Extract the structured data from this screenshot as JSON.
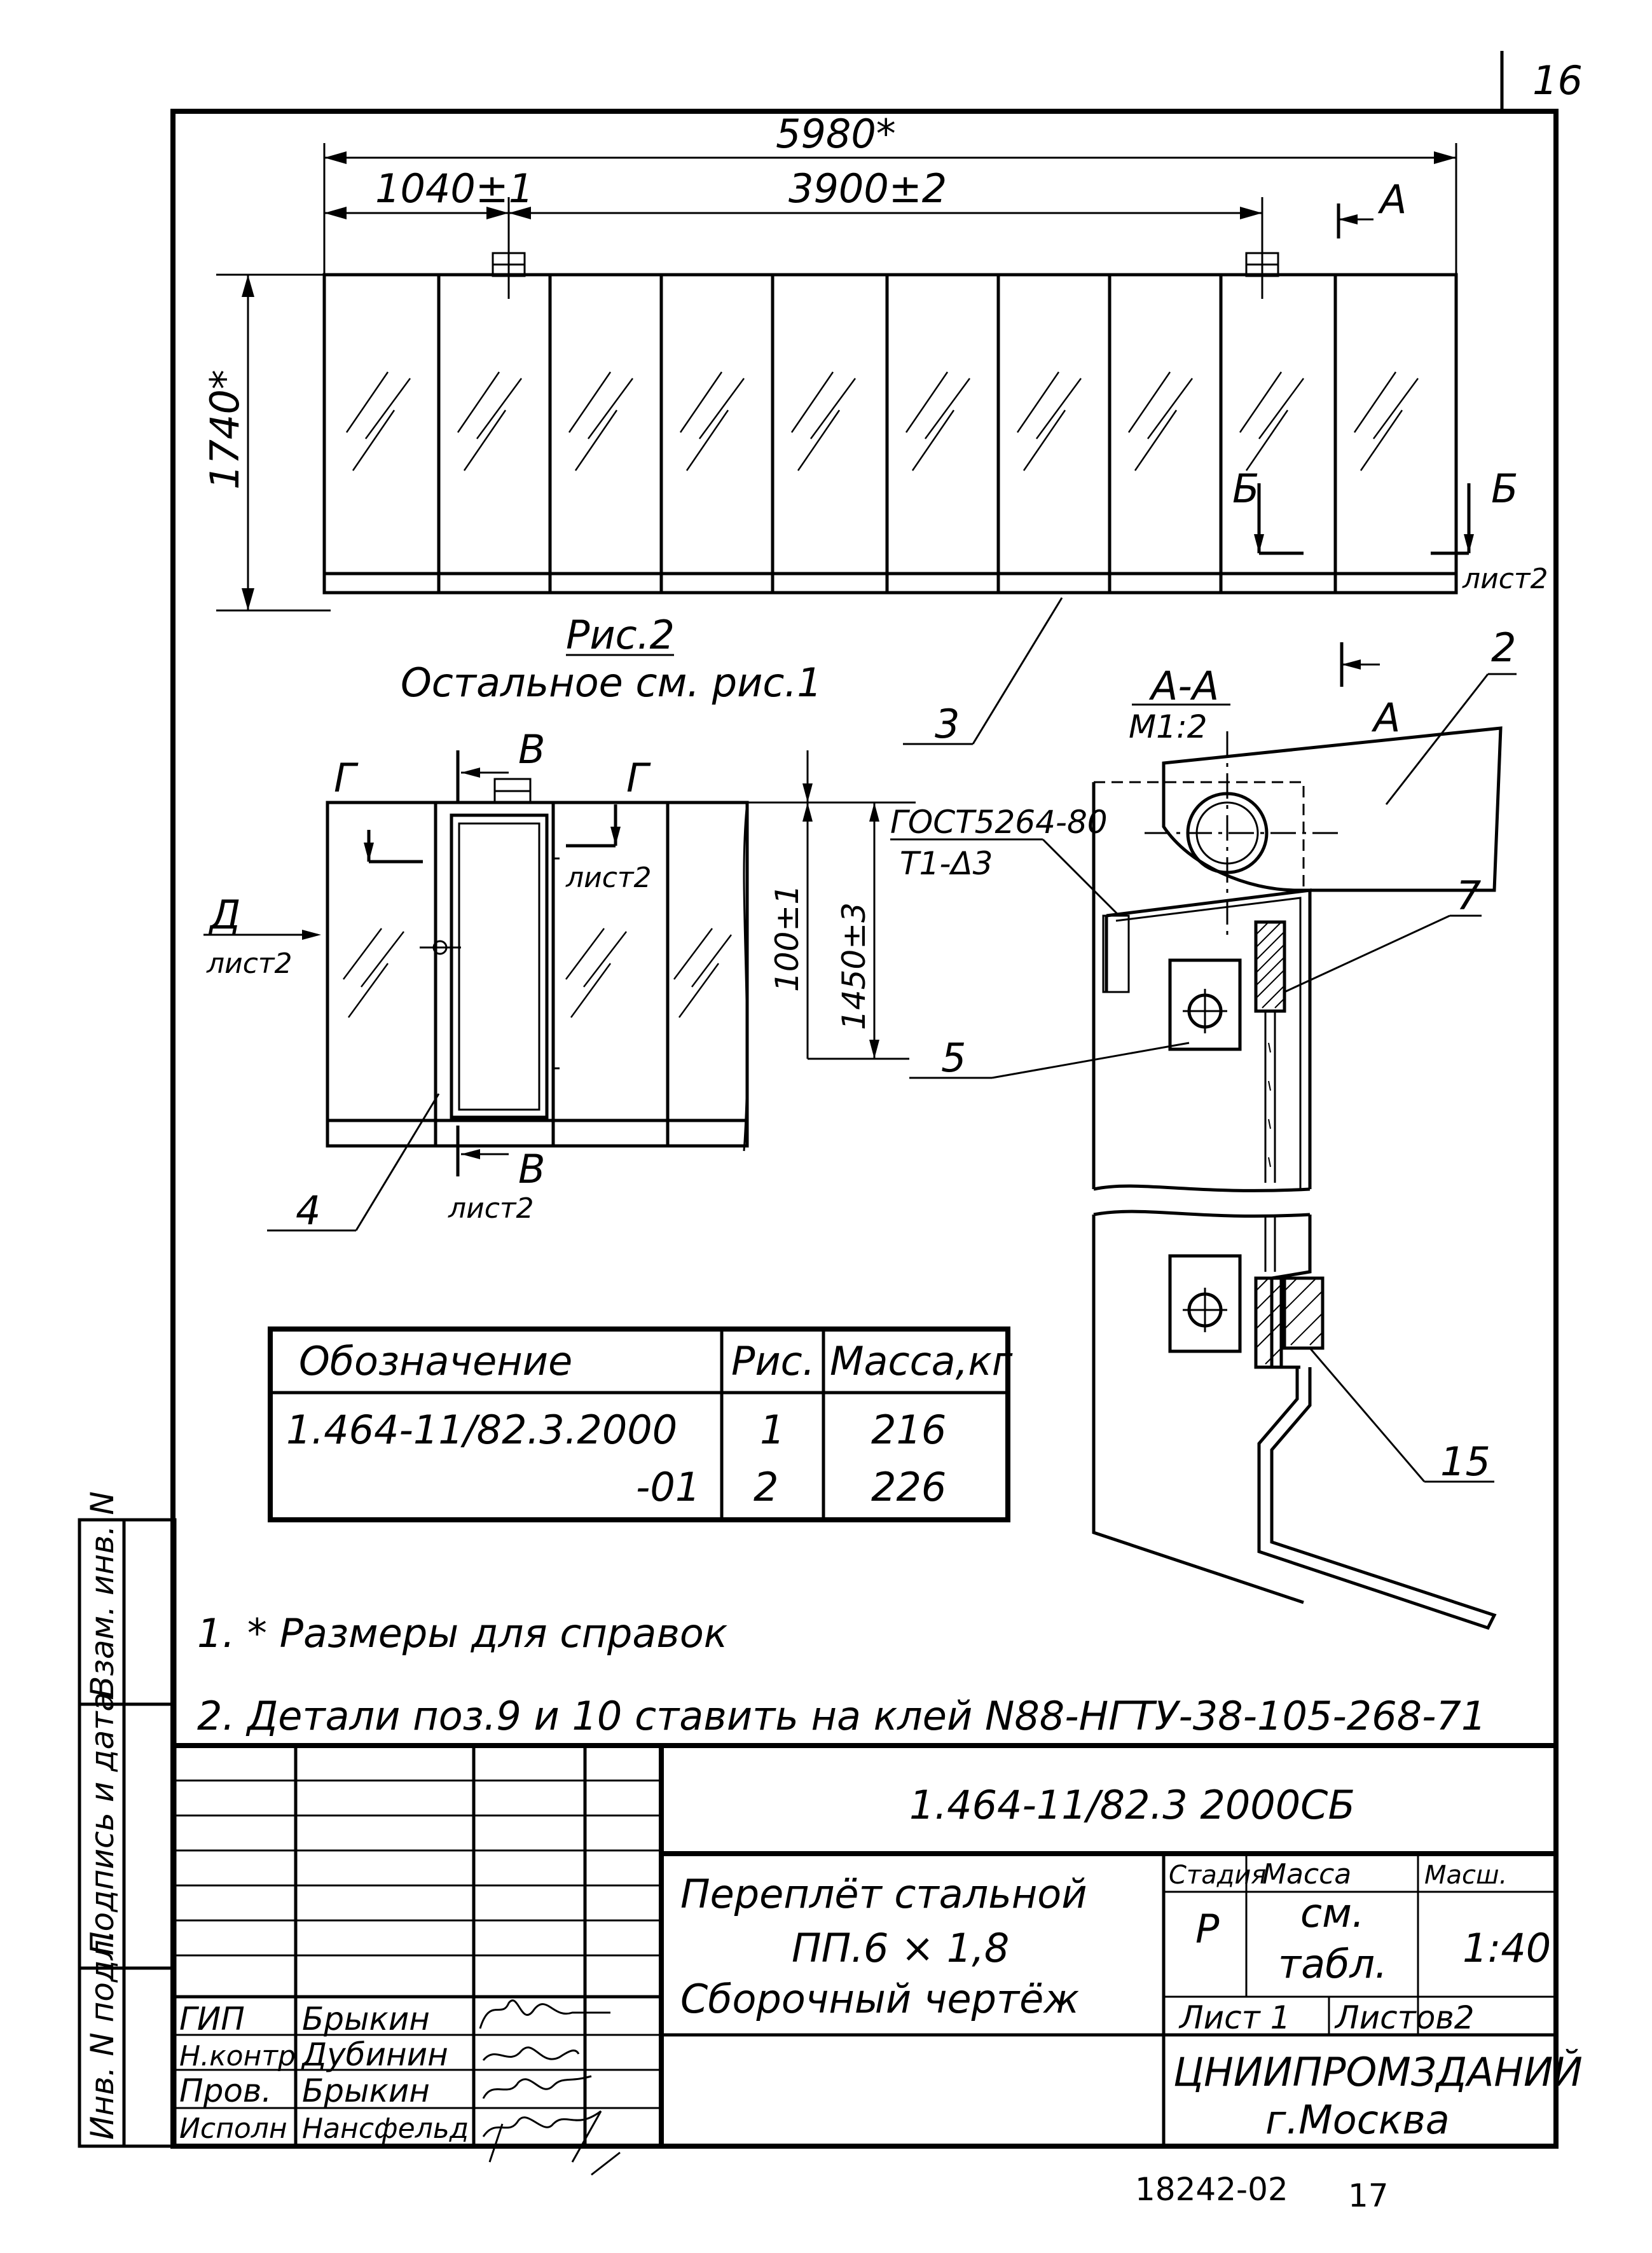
{
  "sheet_number": "16",
  "fig2": {
    "dim_total": "5980*",
    "dim_left": "1040±1",
    "dim_mid": "3900±2",
    "dim_height": "1740*",
    "caption": "Рис.2",
    "note": "Остальное см. рис.1",
    "sect_a": "А",
    "sect_b": "Б",
    "sheet_ref": "лист2",
    "pos3": "3"
  },
  "detail": {
    "sect_v": "В",
    "sect_g": "Г",
    "sheet_ref": "лист2",
    "view_d": "Д",
    "dim_100": "100±1",
    "dim_1450": "1450±3",
    "pos4": "4",
    "pos5": "5"
  },
  "section_aa": {
    "title": "А-А",
    "scale": "М1:2",
    "weld_std": "ГОСТ5264-80",
    "weld_type": "Т1-Δ3",
    "pos2": "2",
    "pos7": "7",
    "pos15": "15",
    "arrow_a": "А"
  },
  "spec_table": {
    "headers": [
      "Обозначение",
      "Рис.",
      "Масса,кг"
    ],
    "rows": [
      [
        "1.464-11/82.3.2000",
        "1",
        "216"
      ],
      [
        "-01",
        "2",
        "226"
      ]
    ]
  },
  "notes": [
    "1. * Размеры для справок",
    "2. Детали поз.9 и 10 ставить на клей N88-НГТУ-38-105-268-71"
  ],
  "side_stamp": [
    "Инв. N подл.",
    "Подпись и дата",
    "Взам. инв. N"
  ],
  "title_block": {
    "doc_code": "1.464-11/82.3 2000СБ",
    "name_lines": [
      "Переплёт стальной",
      "ПП.6 × 1,8",
      "Сборочный чертёж"
    ],
    "col_stage": "Стадия",
    "col_mass": "Масса",
    "col_scale": "Масш.",
    "stage": "Р",
    "mass_1": "см.",
    "mass_2": "табл.",
    "scale": "1:40",
    "sheet_label": "Лист 1",
    "sheets_label": "Листов2",
    "org_1": "ЦНИИПРОМЗДАНИЙ",
    "org_2": "г.Москва",
    "staff": [
      {
        "role": "ГИП",
        "name": "Брыкин"
      },
      {
        "role": "Н.контр",
        "name": "Дубинин"
      },
      {
        "role": "Пров.",
        "name": "Брыкин"
      },
      {
        "role": "Исполн",
        "name": "Нансфельд"
      }
    ]
  },
  "footer": {
    "archive_no": "18242-02",
    "page_no": "17"
  }
}
